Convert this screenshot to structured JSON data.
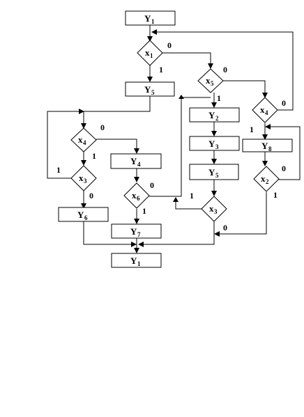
{
  "diagram": {
    "nodes": {
      "start": {
        "name": "Y",
        "sub": "1"
      },
      "x1": {
        "name": "x",
        "sub": "1"
      },
      "y5a": {
        "name": "Y",
        "sub": "5"
      },
      "x5": {
        "name": "x",
        "sub": "5"
      },
      "x4a": {
        "name": "x",
        "sub": "4"
      },
      "y4": {
        "name": "Y",
        "sub": "4"
      },
      "x3a": {
        "name": "x",
        "sub": "3"
      },
      "y6": {
        "name": "Y",
        "sub": "6"
      },
      "x6": {
        "name": "x",
        "sub": "6"
      },
      "y7": {
        "name": "Y",
        "sub": "7"
      },
      "y2": {
        "name": "Y",
        "sub": "2"
      },
      "y3": {
        "name": "Y",
        "sub": "3"
      },
      "y5b": {
        "name": "Y",
        "sub": "5"
      },
      "x3b": {
        "name": "x",
        "sub": "3"
      },
      "x4b": {
        "name": "x",
        "sub": "4"
      },
      "y8": {
        "name": "Y",
        "sub": "8"
      },
      "x2": {
        "name": "x",
        "sub": "2"
      },
      "end": {
        "name": "Y",
        "sub": "1"
      }
    },
    "edge_labels": {
      "x1_zero": "0",
      "x1_one": "1",
      "x5_zero": "0",
      "x5_one": "1",
      "x4a_zero": "0",
      "x4a_one": "1",
      "x3a_one": "1",
      "x3a_zero": "0",
      "x6_zero": "0",
      "x6_one": "1",
      "x3b_one": "1",
      "x3b_zero": "0",
      "x4b_zero": "0",
      "x4b_one": "1",
      "x2_zero": "0",
      "x2_one": "1"
    }
  }
}
